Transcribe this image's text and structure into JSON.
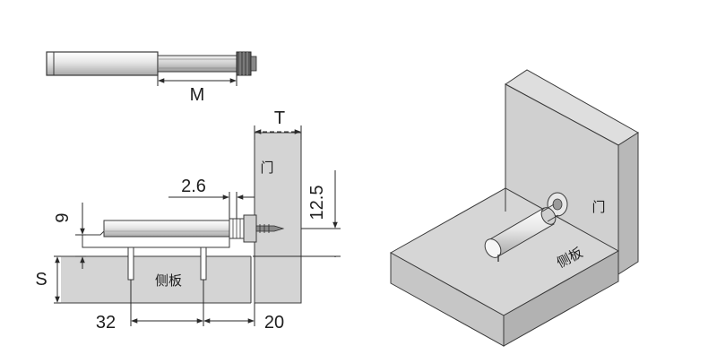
{
  "dimensions": {
    "m": "M",
    "t": "T",
    "thickness_2_6": "2.6",
    "height_12_5": "12.5",
    "height_9": "9",
    "s": "S",
    "offset_32": "32",
    "offset_20": "20"
  },
  "labels": {
    "door_left": "门",
    "side_panel_left": "侧板",
    "door_right": "门",
    "side_panel_right": "侧板"
  },
  "colors": {
    "panel_fill": "#d4d4d4",
    "panel_stroke": "#3a3a3a",
    "line": "#2a2a2a",
    "background": "#ffffff"
  }
}
